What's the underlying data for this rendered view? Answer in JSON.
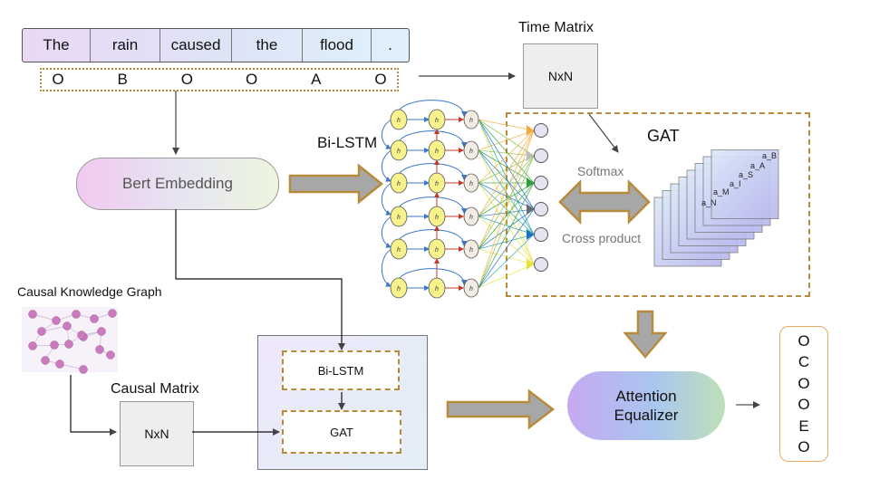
{
  "sentence": {
    "words": [
      "The",
      "rain",
      "caused",
      "the",
      "flood",
      "."
    ]
  },
  "tags": [
    "O",
    "B",
    "O",
    "O",
    "A",
    "O"
  ],
  "time_matrix": {
    "title": "Time Matrix",
    "size": "NxN"
  },
  "bert": {
    "label": "Bert Embedding"
  },
  "bilstm": {
    "label": "Bi-LSTM"
  },
  "gat": {
    "label": "GAT",
    "softmax": "Softmax",
    "cross": "Cross product",
    "layers": [
      "a_N",
      "a_M",
      "a_I",
      "a_S",
      "a_A",
      "a_B"
    ]
  },
  "causal_graph": {
    "label": "Causal Knowledge Graph"
  },
  "causal_matrix": {
    "title": "Causal Matrix",
    "size": "NxN"
  },
  "panel": {
    "bilstm": "Bi-LSTM",
    "gat": "GAT"
  },
  "attention": {
    "line1": "Attention",
    "line2": "Equalizer"
  },
  "output_tags": [
    "O",
    "C",
    "O",
    "O",
    "E",
    "O"
  ],
  "colors": {
    "dashed_border": "#b78a3c",
    "big_arrow_fill": "#a7a7a7",
    "big_arrow_stroke": "#b78a3c",
    "lstm_node": "#f8f28c",
    "graph_node": "#c97bbd"
  }
}
